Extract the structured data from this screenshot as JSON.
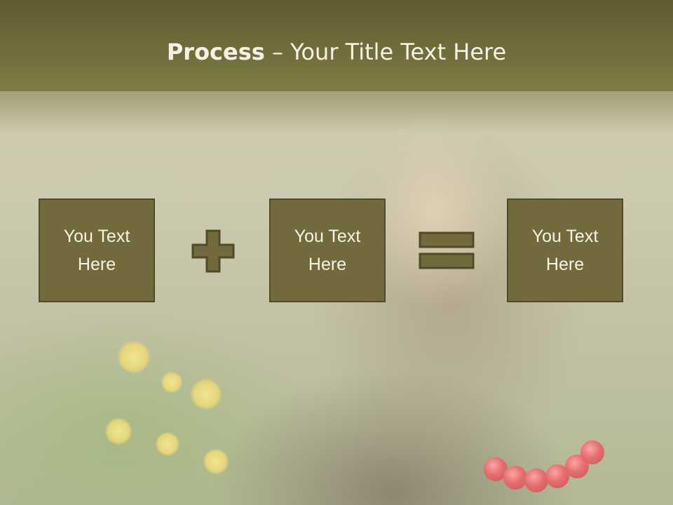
{
  "slide": {
    "title_bold": "Process",
    "title_rest": " – Your Title Text Here"
  },
  "boxes": [
    {
      "text_line1": "You Text",
      "text_line2": "Here"
    },
    {
      "text_line1": "You Text",
      "text_line2": "Here"
    },
    {
      "text_line1": "You Text",
      "text_line2": "Here"
    }
  ],
  "operators": [
    {
      "icon": "plus-icon"
    },
    {
      "icon": "equals-icon"
    }
  ],
  "colors": {
    "title_band": "#6d6938",
    "box_fill": "#726a3c",
    "box_border": "#4f4a2a",
    "text": "#f7f4e6",
    "operator_fill": "#726a3c"
  }
}
